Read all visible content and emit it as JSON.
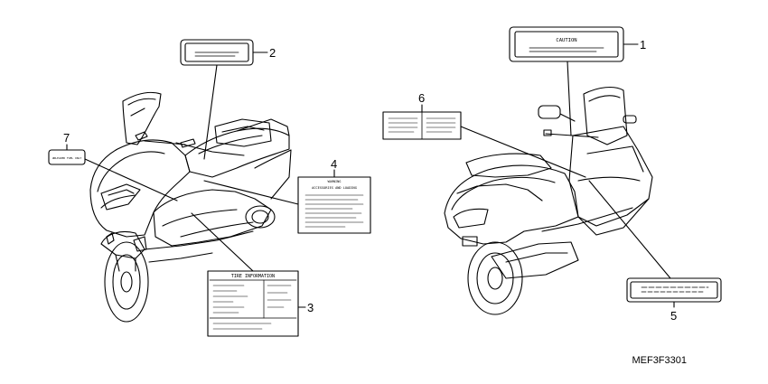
{
  "callouts": [
    {
      "num": "1",
      "text": "CAUTION"
    },
    {
      "num": "2",
      "text": ""
    },
    {
      "num": "3",
      "text": "TIRE INFORMATION"
    },
    {
      "num": "4",
      "text": "ACCESSORIES AND LOADING"
    },
    {
      "num": "5",
      "text": ""
    },
    {
      "num": "6",
      "text": ""
    },
    {
      "num": "7",
      "text": "UNLEADED FUEL ONLY"
    }
  ],
  "label4_header": "WARNING",
  "diagram_code": "MEF3F3301"
}
